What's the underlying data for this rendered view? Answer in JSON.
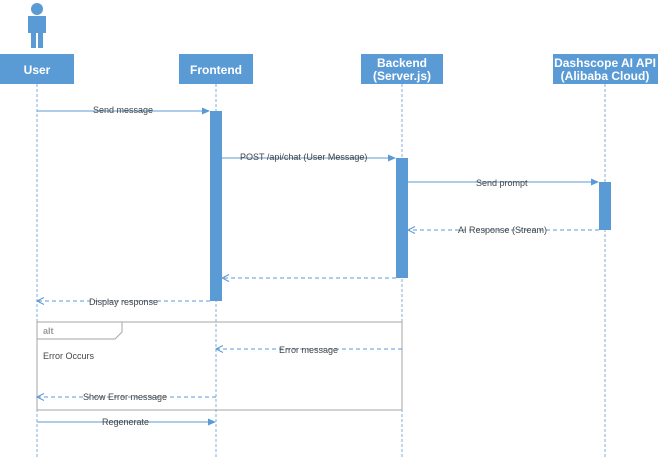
{
  "participants": [
    {
      "id": "user",
      "name_lines": [
        "User"
      ]
    },
    {
      "id": "frontend",
      "name_lines": [
        "Frontend"
      ]
    },
    {
      "id": "backend",
      "name_lines": [
        "Backend",
        "(Server.js)"
      ]
    },
    {
      "id": "dashscope",
      "name_lines": [
        "Dashscope AI API",
        "(Alibaba Cloud)"
      ]
    }
  ],
  "messages": [
    {
      "id": "send-message",
      "from": "user",
      "to": "frontend",
      "label": "Send message",
      "style": "solid"
    },
    {
      "id": "post-api-chat",
      "from": "frontend",
      "to": "backend",
      "label": "POST /api/chat (User Message)",
      "style": "solid"
    },
    {
      "id": "send-prompt",
      "from": "backend",
      "to": "dashscope",
      "label": "Send prompt",
      "style": "solid"
    },
    {
      "id": "ai-response",
      "from": "dashscope",
      "to": "backend",
      "label": "AI Response (Stream)",
      "style": "dashed"
    },
    {
      "id": "backend-return",
      "from": "backend",
      "to": "frontend",
      "label": "",
      "style": "dashed"
    },
    {
      "id": "display-response",
      "from": "frontend",
      "to": "user",
      "label": "Display response",
      "style": "dashed"
    },
    {
      "id": "error-message",
      "from": "backend",
      "to": "frontend",
      "label": "Error message",
      "style": "dashed"
    },
    {
      "id": "show-error-message",
      "from": "frontend",
      "to": "user",
      "label": "Show Error message",
      "style": "dashed"
    },
    {
      "id": "regenerate",
      "from": "user",
      "to": "frontend",
      "label": "Regenerate",
      "style": "solid"
    }
  ],
  "fragment": {
    "operator": "alt",
    "condition": "Error Occurs"
  },
  "colors": {
    "participant": "#5b9bd5",
    "lifeline": "#6a9ccf",
    "frame": "#a6a6a6"
  }
}
